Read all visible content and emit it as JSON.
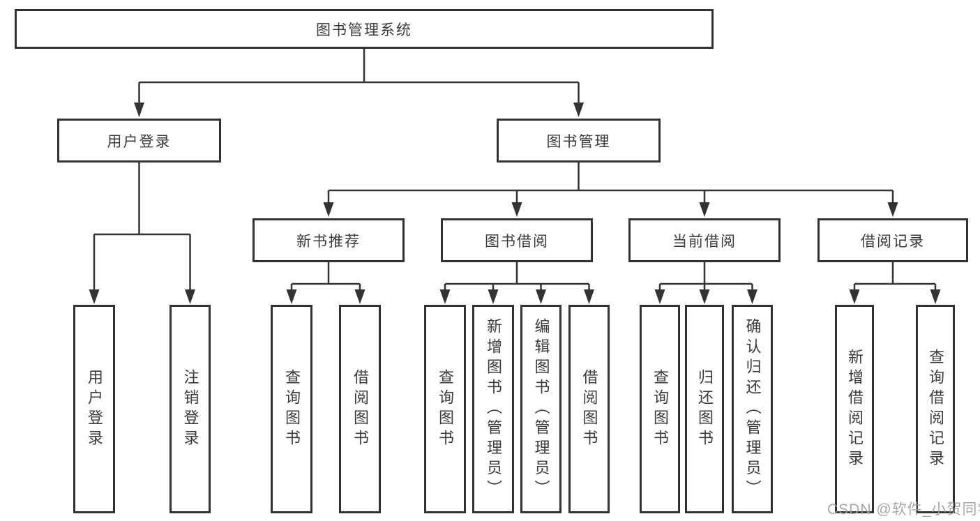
{
  "tree": {
    "root": "图书管理系统",
    "branches": [
      {
        "label": "用户登录",
        "children": [
          "用户登录",
          "注销登录"
        ]
      },
      {
        "label": "图书管理",
        "sections": [
          {
            "label": "新书推荐",
            "children": [
              "查询图书",
              "借阅图书"
            ]
          },
          {
            "label": "图书借阅",
            "children": [
              "查询图书",
              "新增图书（管理员）",
              "编辑图书（管理员）",
              "借阅图书"
            ]
          },
          {
            "label": "当前借阅",
            "children": [
              "查询图书",
              "归还图书",
              "确认归还（管理员）"
            ]
          },
          {
            "label": "借阅记录",
            "children": [
              "新增借阅记录",
              "查询借阅记录"
            ]
          }
        ]
      }
    ]
  },
  "colors": {
    "line": "#333333",
    "text": "#3a3a3a",
    "watermark": "#9e9e9e",
    "background": "#ffffff"
  },
  "watermark": "CSDN @软件_小贺同学"
}
